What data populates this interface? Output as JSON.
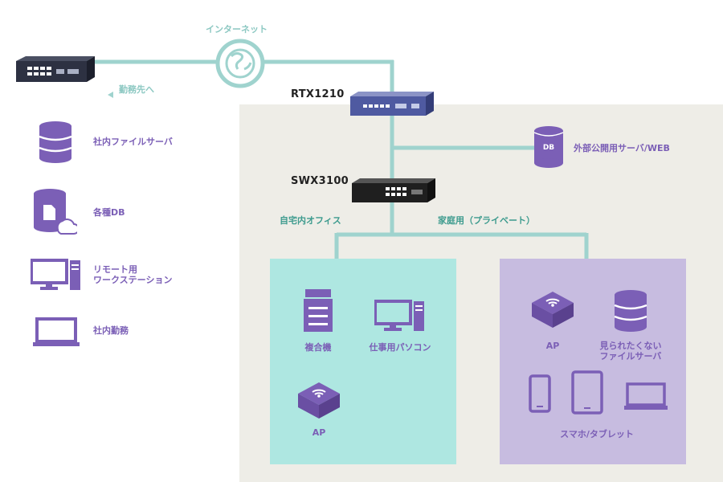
{
  "colors": {
    "line": "#9fd3ce",
    "background_region": "#eeede7",
    "office_box": "#aee7e1",
    "home_box": "#c7bce0",
    "icon_purple": "#7b5fb6",
    "label_teal": "#8cc8c2",
    "label_green": "#3d9b8e"
  },
  "internet": {
    "label": "インターネット",
    "icon": "globe-icon"
  },
  "remote": {
    "to_work_label": "勤務先へ",
    "items": [
      {
        "label": "社内ファイルサーバ",
        "icon": "database-icon"
      },
      {
        "label": "各種DB",
        "icon": "database-document-cloud-icon"
      },
      {
        "label": "リモート用\nワークステーション",
        "icon": "desktop-tower-icon"
      },
      {
        "label": "社内勤務",
        "icon": "laptop-icon"
      }
    ]
  },
  "devices": {
    "router": {
      "label": "RTX1210"
    },
    "switch": {
      "label": "SWX3100"
    },
    "db_server": {
      "icon_text": "DB",
      "label": "外部公開用サーバ/WEB"
    }
  },
  "office": {
    "label": "自宅内オフィス",
    "items": [
      {
        "label": "複合機",
        "icon": "printer-icon"
      },
      {
        "label": "仕事用パソコン",
        "icon": "desktop-tower-icon"
      },
      {
        "label": "AP",
        "icon": "access-point-icon"
      }
    ]
  },
  "home": {
    "label": "家庭用（プライベート）",
    "items": [
      {
        "label": "AP",
        "icon": "access-point-icon"
      },
      {
        "label": "見られたくない\nファイルサーバ",
        "icon": "database-icon"
      },
      {
        "label": "スマホ/タブレット",
        "icon": "smartphone-tablet-laptop-icon"
      }
    ]
  }
}
